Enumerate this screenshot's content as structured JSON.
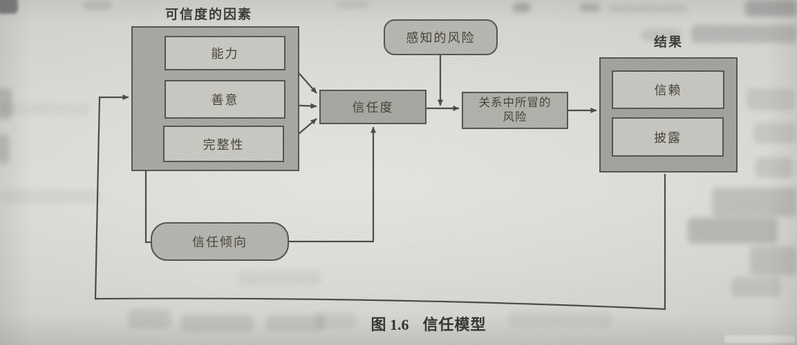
{
  "figure": {
    "factors_group": {
      "title": "可信度的因素",
      "items": [
        {
          "label": "能力"
        },
        {
          "label": "善意"
        },
        {
          "label": "完整性"
        }
      ]
    },
    "perceived_risk": {
      "label": "感知的风险"
    },
    "trust": {
      "label": "信任度"
    },
    "risk_in_relationship": {
      "label_line1": "关系中所冒的",
      "label_line2": "风险"
    },
    "outcomes_group": {
      "title": "结果",
      "items": [
        {
          "label": "信赖"
        },
        {
          "label": "披露"
        }
      ]
    },
    "trust_propensity": {
      "label": "信任倾向"
    },
    "caption": {
      "figure_label": "图 1.6",
      "title": "信任模型"
    },
    "colors": {
      "page_background": "#d7d6d2",
      "group_fill": "#a8a7a2",
      "node_fill_light": "#c8c7c1",
      "node_fill_medium": "#b3b2ac",
      "border": "#55544e",
      "connector": "#4a4a46",
      "text": "#454439"
    }
  }
}
